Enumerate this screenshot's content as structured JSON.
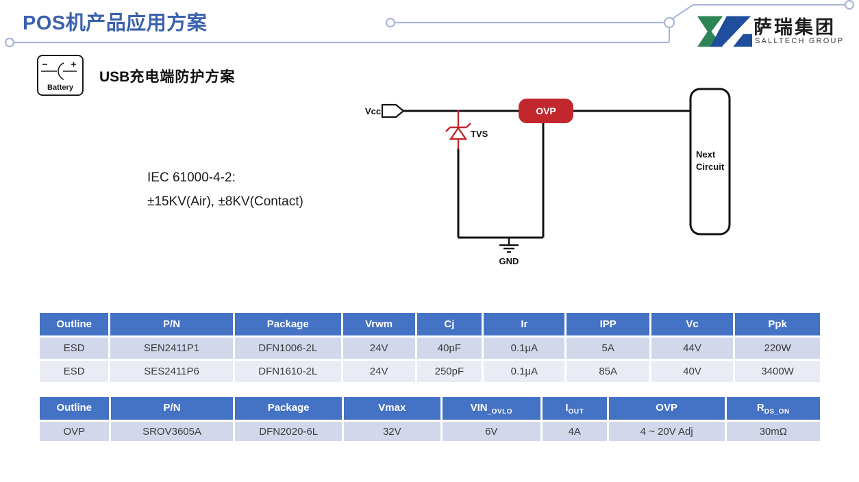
{
  "slide": {
    "title": "POS机产品应用方案",
    "heading_prefix": "USB",
    "heading_main": "充电端防护方案",
    "battery_label": "Battery",
    "iec_line1": "IEC 61000-4-2:",
    "iec_line2": "±15KV(Air), ±8KV(Contact)"
  },
  "logo": {
    "name_cn": "萨瑞集团",
    "name_en": "SALLTECH GROUP",
    "green": "#2E8455",
    "blue": "#1F4E9C"
  },
  "circuit": {
    "vcc_label": "Vcc",
    "tvs_label": "TVS",
    "ovp_label": "OVP",
    "gnd_label": "GND",
    "next_circuit_line1": "Next",
    "next_circuit_line2": "Circuit",
    "accent_red": "#C1272D"
  },
  "colors": {
    "title_blue": "#3B61AE",
    "table_header_blue": "#4472C4",
    "row_dark": "#D2D7EC",
    "row_light": "#E9EBF5",
    "decor_line": "#A9B6D8"
  },
  "table_esd": {
    "headers": [
      "Outline",
      "P/N",
      "Package",
      "Vrwm",
      "Cj",
      "Ir",
      "IPP",
      "Vc",
      "Ppk"
    ],
    "rows": [
      [
        "ESD",
        "SEN2411P1",
        "DFN1006-2L",
        "24V",
        "40pF",
        "0.1μA",
        "5A",
        "44V",
        "220W"
      ],
      [
        "ESD",
        "SES2411P6",
        "DFN1610-2L",
        "24V",
        "250pF",
        "0.1μA",
        "85A",
        "40V",
        "3400W"
      ]
    ]
  },
  "table_ovp": {
    "headers": [
      {
        "base": "Outline",
        "sub": ""
      },
      {
        "base": "P/N",
        "sub": ""
      },
      {
        "base": "Package",
        "sub": ""
      },
      {
        "base": "Vmax",
        "sub": ""
      },
      {
        "base": "VIN",
        "sub": "_OVLO"
      },
      {
        "base": "I",
        "sub": "OUT"
      },
      {
        "base": "OVP",
        "sub": ""
      },
      {
        "base": "R",
        "sub": "DS_ON"
      }
    ],
    "rows": [
      [
        "OVP",
        "SROV3605A",
        "DFN2020-6L",
        "32V",
        "6V",
        "4A",
        "4 ~ 20V Adj",
        "30mΩ"
      ]
    ]
  }
}
